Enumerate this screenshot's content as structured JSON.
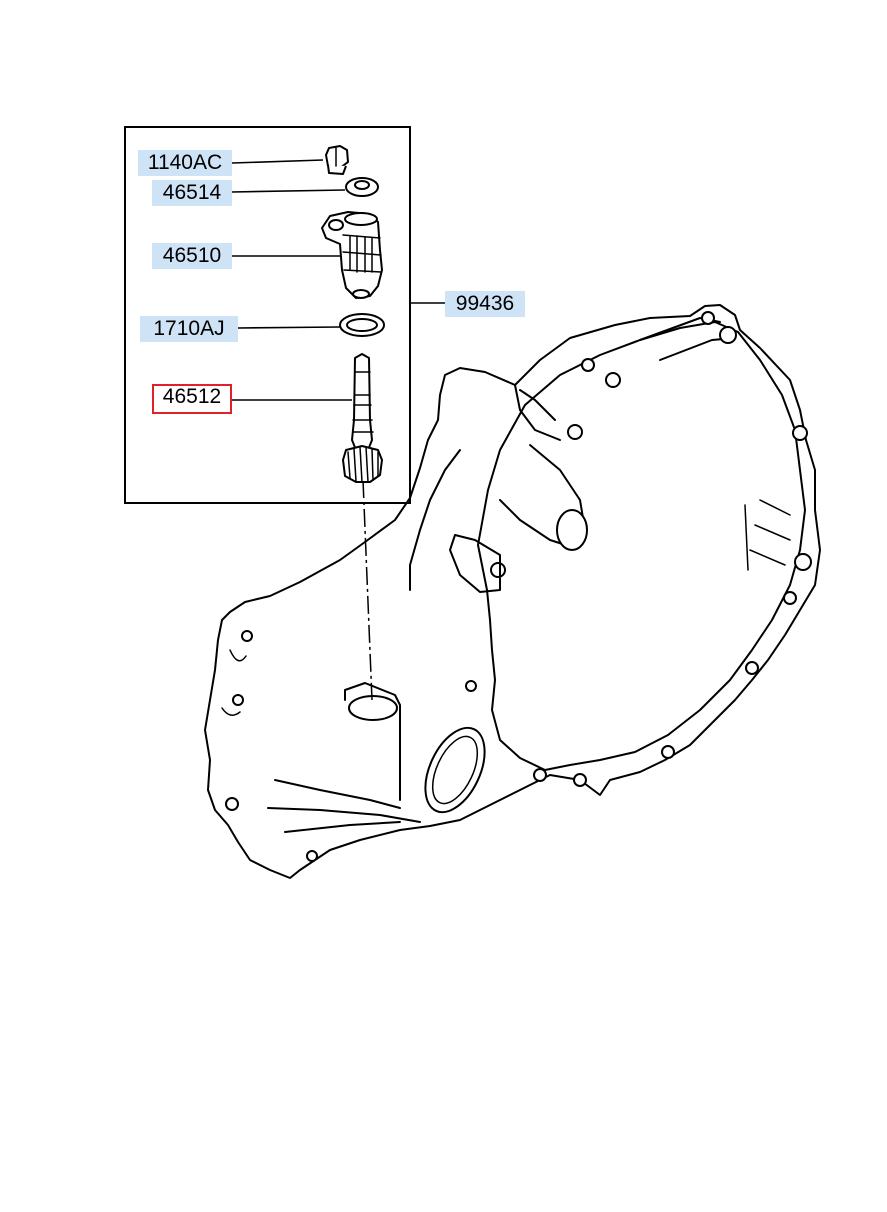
{
  "diagram": {
    "callouts": [
      {
        "id": "1140AC",
        "label": "1140AC",
        "highlighted": false
      },
      {
        "id": "46514",
        "label": "46514",
        "highlighted": false
      },
      {
        "id": "46510",
        "label": "46510",
        "highlighted": false
      },
      {
        "id": "1710AJ",
        "label": "1710AJ",
        "highlighted": false
      },
      {
        "id": "46512",
        "label": "46512",
        "highlighted": true
      },
      {
        "id": "99436",
        "label": "99436",
        "highlighted": false
      }
    ],
    "colors": {
      "label_background": "#cfe3f7",
      "highlight_border": "#e0202a",
      "line": "#000000"
    }
  }
}
